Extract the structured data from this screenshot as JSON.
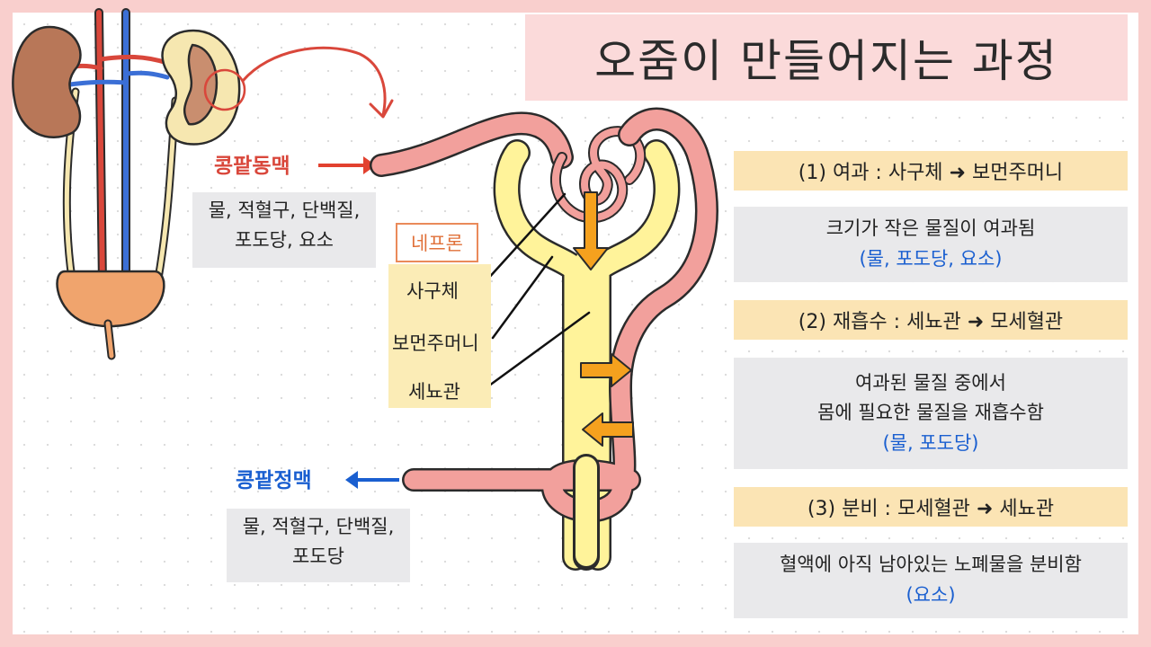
{
  "title": "오줌이 만들어지는 과정",
  "renal_artery": {
    "label": "콩팥동맥",
    "contents_line1": "물, 적혈구, 단백질,",
    "contents_line2": "포도당, 요소"
  },
  "renal_vein": {
    "label": "콩팥정맥",
    "contents_line1": "물, 적혈구, 단백질,",
    "contents_line2": "포도당"
  },
  "nephron": {
    "label": "네프론",
    "parts": [
      "사구체",
      "보먼주머니",
      "세뇨관"
    ]
  },
  "steps": [
    {
      "heading": "(1) 여과 : 사구체 ➜ 보먼주머니",
      "lines": [
        "크기가 작은 물질이 여과됨"
      ],
      "highlight": "(물, 포도당, 요소)"
    },
    {
      "heading": "(2) 재흡수 : 세뇨관 ➜ 모세혈관",
      "lines": [
        "여과된 물질 중에서",
        "몸에 필요한 물질을 재흡수함"
      ],
      "highlight": "(물, 포도당)"
    },
    {
      "heading": "(3) 분비 : 모세혈관 ➜ 세뇨관",
      "lines": [
        "혈액에 아직 남아있는 노폐물을 분비함"
      ],
      "highlight": "(요소)"
    }
  ],
  "colors": {
    "artery": "#d9473b",
    "vein": "#1a5fd0",
    "tubule": "#fff39a",
    "capillary": "#f2a09c",
    "arrow": "#f5a11e"
  }
}
